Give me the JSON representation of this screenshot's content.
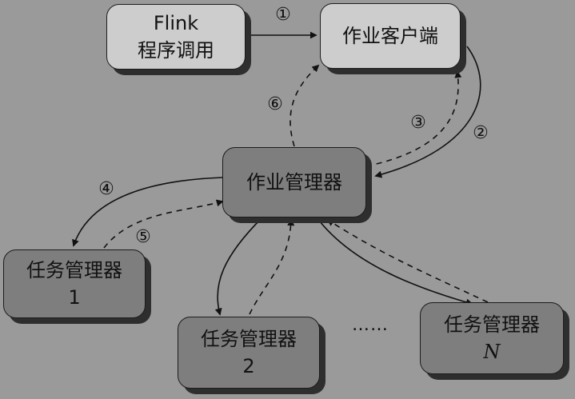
{
  "nodes": {
    "flink_program": {
      "line1": "Flink",
      "line2": "程序调用"
    },
    "job_client": {
      "label": "作业客户端"
    },
    "job_manager": {
      "label": "作业管理器"
    },
    "task_manager_1": {
      "line1": "任务管理器",
      "line2": "1"
    },
    "task_manager_2": {
      "line1": "任务管理器",
      "line2": "2"
    },
    "task_manager_n": {
      "line1": "任务管理器",
      "line2": "N"
    }
  },
  "steps": {
    "s1": "①",
    "s2": "②",
    "s3": "③",
    "s4": "④",
    "s5": "⑤",
    "s6": "⑥"
  },
  "ellipsis": "……",
  "colors": {
    "background": "#9a9a9a",
    "light_node": "#cdcdcd",
    "dark_node": "#7e7e7e",
    "line": "#111111"
  }
}
